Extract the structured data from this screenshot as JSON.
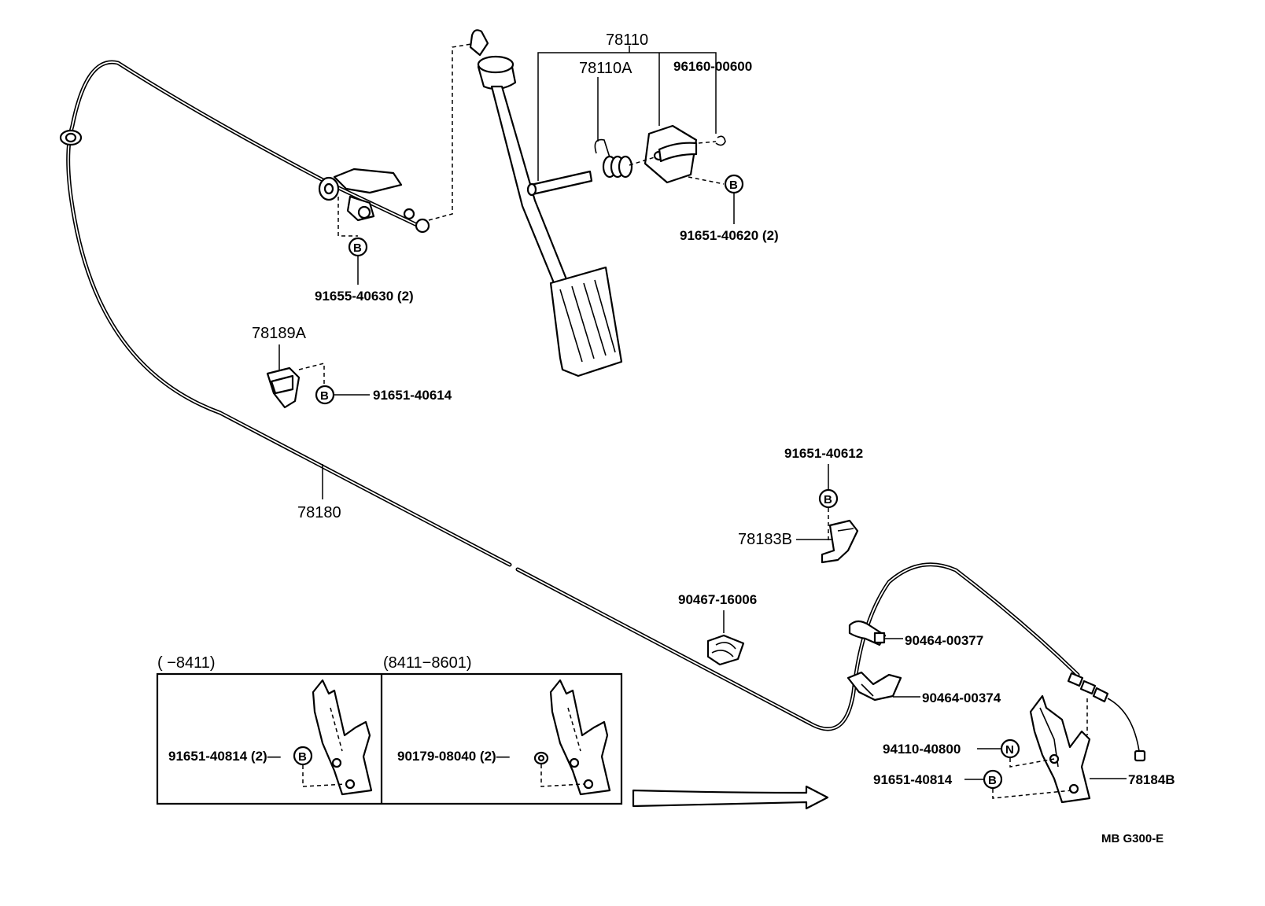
{
  "labels": {
    "l78110": "78110",
    "l78110A": "78110A",
    "l96160": "96160-00600",
    "l91651_40620": "91651-40620 (2)",
    "l91655": "91655-40630 (2)",
    "l78189A": "78189A",
    "l91651_40614": "91651-40614",
    "l78180": "78180",
    "l91651_40612": "91651-40612",
    "l78183B": "78183B",
    "l90467": "90467-16006",
    "l90464_377": "90464-00377",
    "l90464_374": "90464-00374",
    "l94110": "94110-40800",
    "l91651_40814": "91651-40814",
    "l78184B": "78184B",
    "box1_header": "(       −8411)",
    "box2_header": "(8411−8601)",
    "box1_label": "91651-40814 (2)—",
    "box2_label": "90179-08040 (2)—",
    "diagram_code": "MB  G300-E"
  },
  "badges": {
    "bolt": "B",
    "nut": "N"
  },
  "icons": {
    "bolt_badge": "circled-letter-b",
    "nut_badge": "circled-letter-n",
    "arrow": "right-arrow"
  },
  "colors": {
    "ink": "#000000",
    "paper": "#ffffff"
  }
}
